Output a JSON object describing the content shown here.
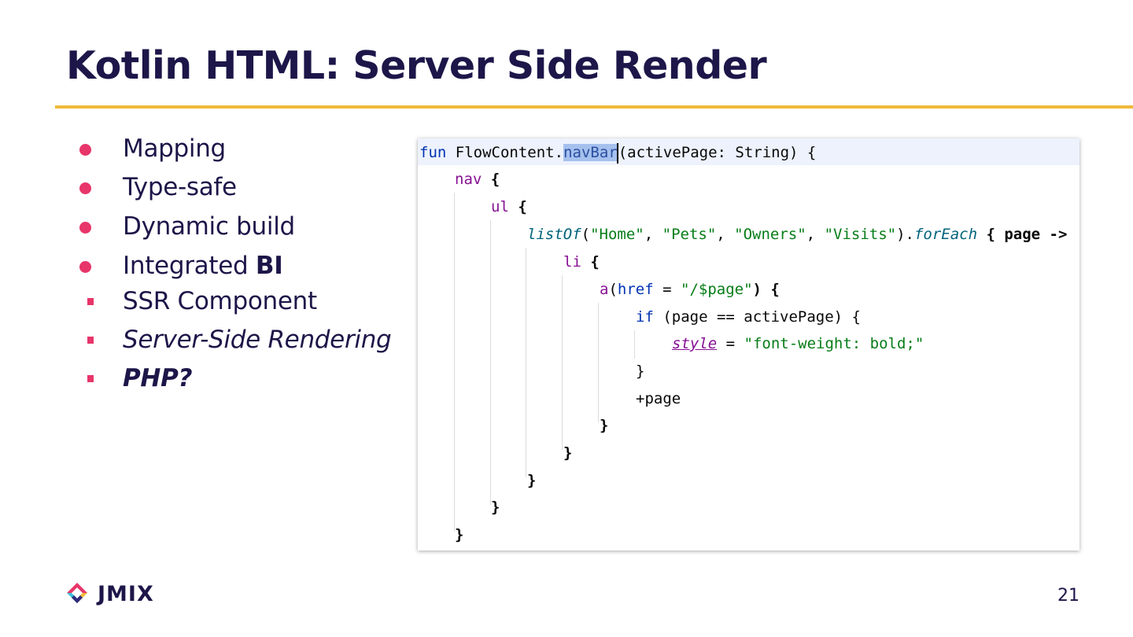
{
  "slide": {
    "title": "Kotlin HTML: Server Side Render",
    "page_number": "21"
  },
  "bullets": [
    {
      "text": "Mapping",
      "marker": "dot"
    },
    {
      "text": "Type-safe",
      "marker": "dot"
    },
    {
      "text": "Dynamic build",
      "marker": "dot"
    },
    {
      "text": "Integrated ",
      "bold_suffix": "BI",
      "marker": "dot"
    },
    {
      "text": "SSR Component",
      "marker": "square"
    },
    {
      "text": "Server-Side Rendering",
      "marker": "square",
      "style": "italic"
    },
    {
      "text": "PHP?",
      "marker": "square",
      "style": "bold-italic"
    }
  ],
  "code": {
    "line1": {
      "kw": "fun",
      "receiver": "FlowContent.",
      "name": "navBar",
      "rest": "(activePage: String) {"
    },
    "line2": {
      "name": "nav",
      "brace": "{"
    },
    "line3": {
      "name": "ul",
      "brace": "{"
    },
    "line4": {
      "fn": "listOf",
      "open": "(",
      "s1": "\"Home\"",
      "c1": ", ",
      "s2": "\"Pets\"",
      "c2": ", ",
      "s3": "\"Owners\"",
      "c3": ", ",
      "s4": "\"Visits\"",
      "close": ").",
      "fn2": "forEach",
      "tail": " { page ->"
    },
    "line5": {
      "name": "li",
      "brace": "{"
    },
    "line6": {
      "name": "a",
      "open": "(",
      "param": "href",
      "eq": " = ",
      "str": "\"/$page\"",
      "tail": ") {"
    },
    "line7": {
      "kw": "if",
      "rest": " (page == activePage) {"
    },
    "line8": {
      "prop": "style",
      "eq": " = ",
      "str": "\"font-weight: bold;\""
    },
    "line9": "}",
    "line10": "+page",
    "line11": "}",
    "line12": "}",
    "line13": "}",
    "line14": "}",
    "line15": "}"
  },
  "logo": {
    "text": "JMIX",
    "icon": "jmix-logo-icon"
  },
  "colors": {
    "title": "#1d1649",
    "accent_rule": "#efb93b",
    "bullet": "#e8356a"
  }
}
